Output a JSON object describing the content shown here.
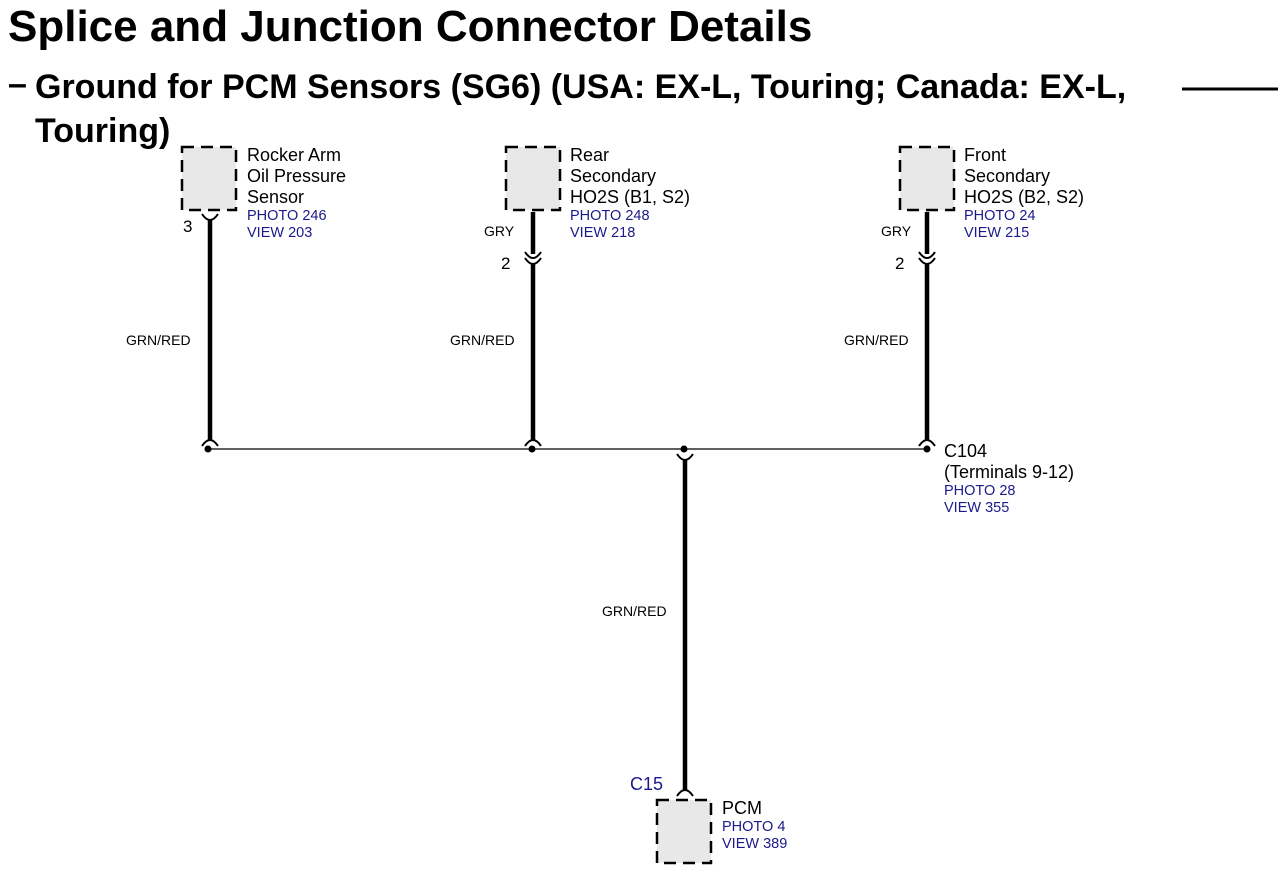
{
  "page": {
    "title": "Splice and Junction Connector Details",
    "subtitle_dash": "–",
    "subtitle": "Ground for PCM Sensors (SG6) (USA: EX-L, Touring; Canada: EX-L, Touring)"
  },
  "components": {
    "rocker": {
      "line1": "Rocker Arm",
      "line2": "Oil Pressure",
      "line3": "Sensor",
      "photo": "PHOTO 246",
      "view": "VIEW 203",
      "pin": "3",
      "wire": "GRN/RED"
    },
    "rear": {
      "line1": "Rear",
      "line2": "Secondary",
      "line3": "HO2S (B1, S2)",
      "photo": "PHOTO 248",
      "view": "VIEW 218",
      "pin_wire": "GRY",
      "pin": "2",
      "wire": "GRN/RED"
    },
    "front": {
      "line1": "Front",
      "line2": "Secondary",
      "line3": "HO2S (B2, S2)",
      "photo": "PHOTO 24",
      "view": "VIEW 215",
      "pin_wire": "GRY",
      "pin": "2",
      "wire": "GRN/RED"
    },
    "c104": {
      "line1": "C104",
      "line2": "(Terminals 9-12)",
      "photo": "PHOTO 28",
      "view": "VIEW 355"
    },
    "pcm": {
      "connector": "C15",
      "name": "PCM",
      "photo": "PHOTO 4",
      "view": "VIEW 389",
      "wire": "GRN/RED"
    }
  },
  "colors": {
    "reference_text": "#1a1a8a",
    "component_fill": "#e8e8e8",
    "wire": "#000000"
  }
}
